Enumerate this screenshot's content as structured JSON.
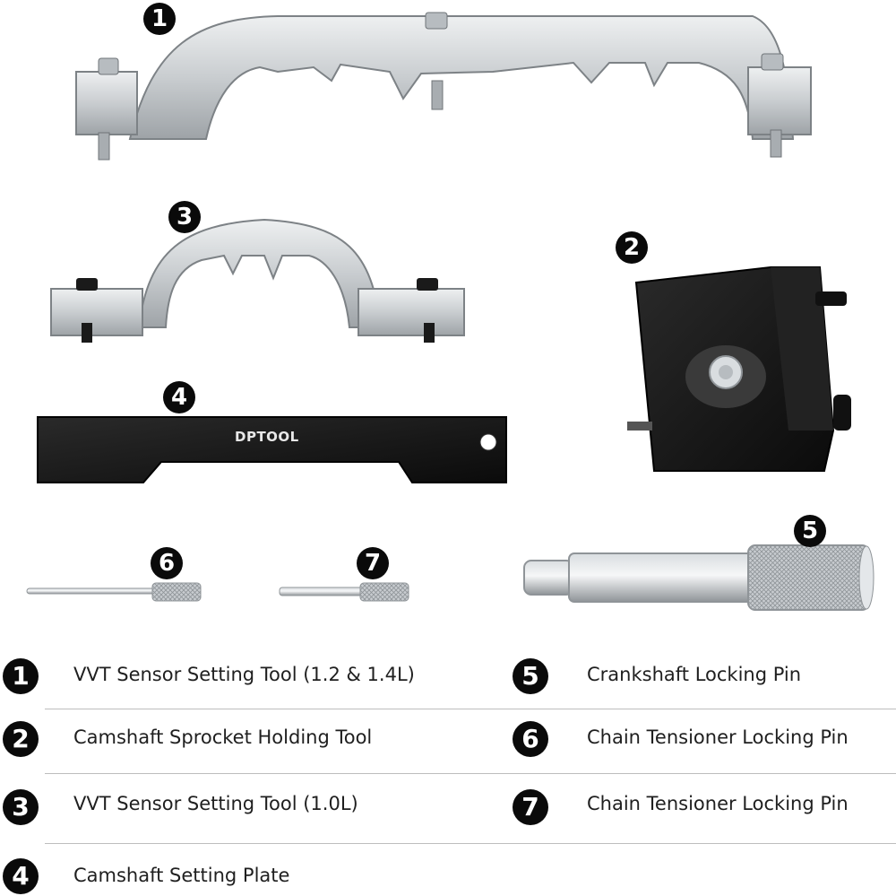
{
  "image_parts": [
    {
      "number": "1",
      "name": "tool-1"
    },
    {
      "number": "2",
      "name": "tool-2"
    },
    {
      "number": "3",
      "name": "tool-3"
    },
    {
      "number": "4",
      "name": "tool-4"
    },
    {
      "number": "5",
      "name": "tool-5"
    },
    {
      "number": "6",
      "name": "tool-6"
    },
    {
      "number": "7",
      "name": "tool-7"
    }
  ],
  "brand_label": "DPTOOL",
  "legend": [
    {
      "number": "1",
      "label": "VVT Sensor Setting Tool (1.2 & 1.4L)"
    },
    {
      "number": "2",
      "label": "Camshaft Sprocket Holding Tool"
    },
    {
      "number": "3",
      "label": "VVT Sensor Setting Tool (1.0L)"
    },
    {
      "number": "4",
      "label": "Camshaft Setting Plate"
    },
    {
      "number": "5",
      "label": "Crankshaft Locking Pin"
    },
    {
      "number": "6",
      "label": "Chain Tensioner Locking Pin"
    },
    {
      "number": "7",
      "label": "Chain Tensioner Locking Pin"
    }
  ],
  "colors": {
    "steel": "#cfd3d6",
    "steel_dark": "#8d9296",
    "black_part": "#151515",
    "badge": "#0a0a0a"
  }
}
